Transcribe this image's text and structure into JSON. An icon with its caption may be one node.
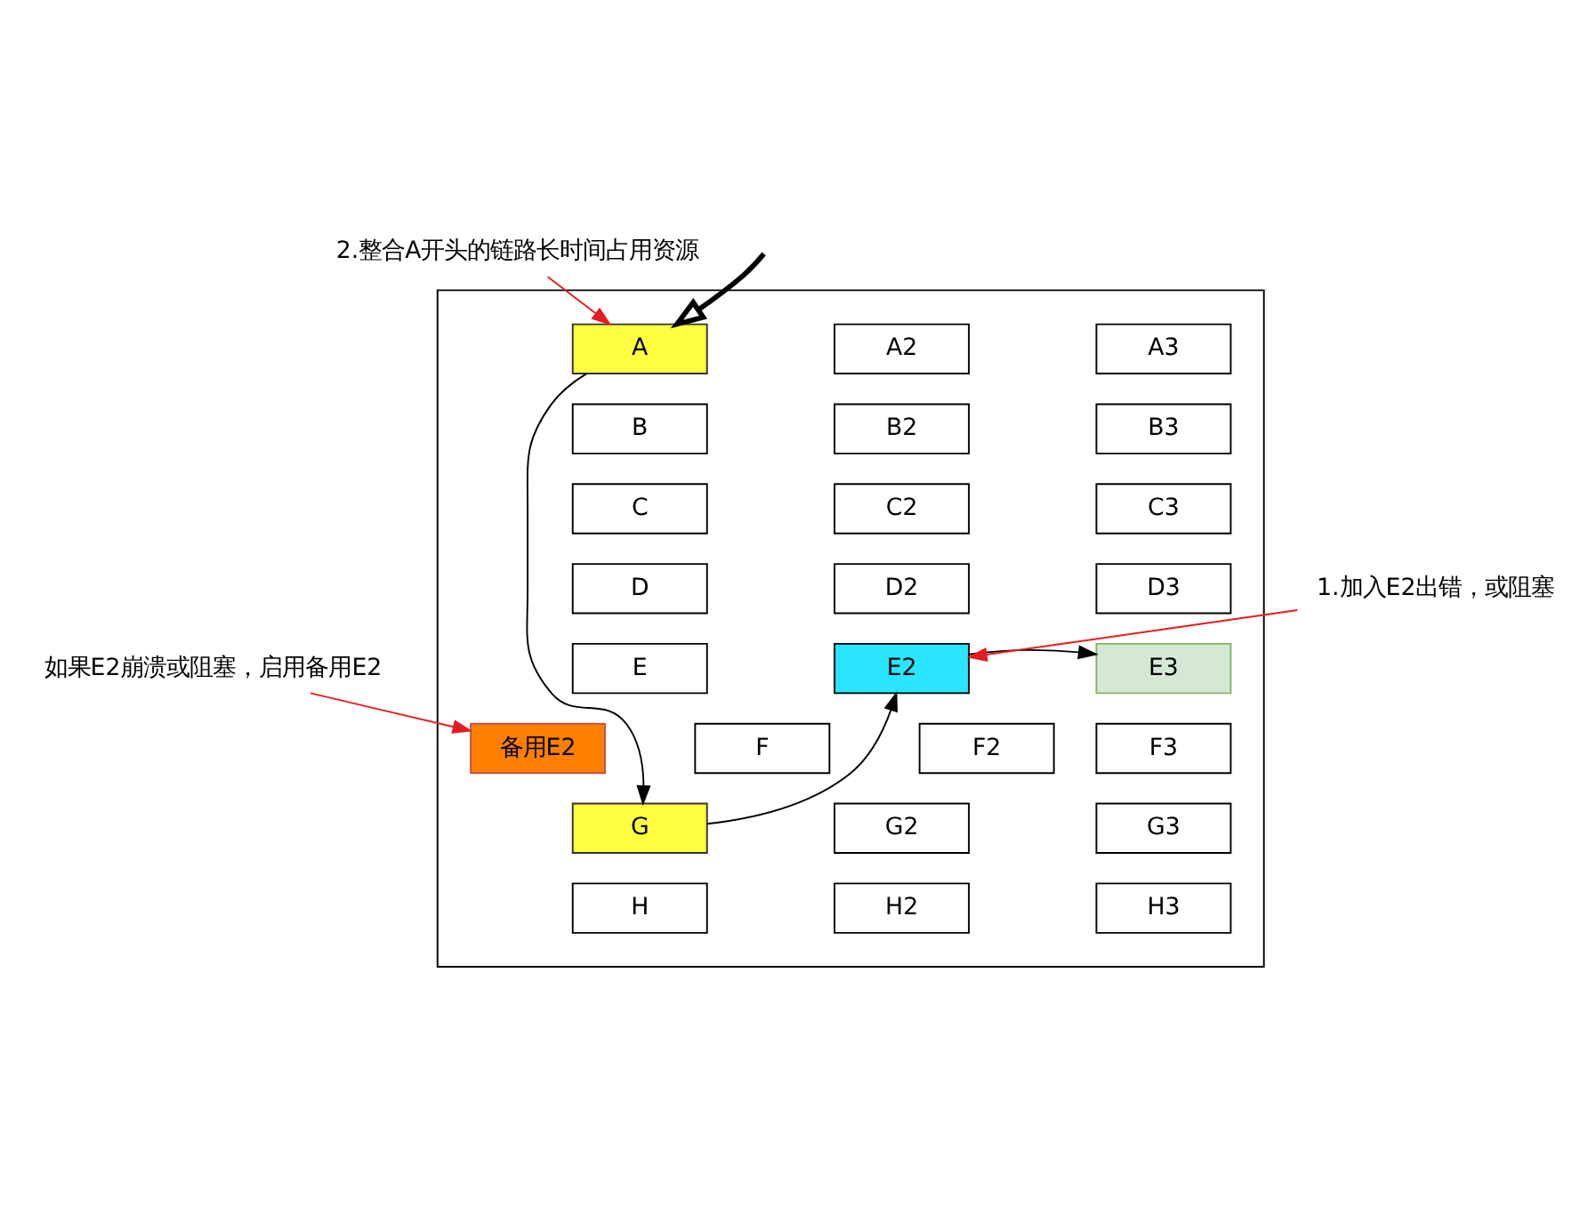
{
  "diagram": {
    "nodes": [
      {
        "text": [],
        "shape": "box"
      },
      {
        "text": [
          "A"
        ],
        "in": 0
      },
      {
        "text": [
          "B"
        ],
        "in": 0
      },
      {
        "text": [
          "C"
        ],
        "in": 0
      },
      {
        "text": [
          "D"
        ],
        "in": 0
      },
      {
        "text": [
          "E"
        ],
        "in": 0
      },
      {
        "text": [
          "F"
        ],
        "in": 0
      },
      {
        "text": [
          "G"
        ],
        "in": 0
      },
      {
        "text": [
          "H"
        ],
        "in": 0
      },
      {
        "text": [
          "A2"
        ],
        "in": 0
      },
      {
        "text": [
          "B2"
        ],
        "in": 0
      },
      {
        "text": [
          "C2"
        ],
        "in": 0
      },
      {
        "text": [
          "D2"
        ],
        "in": 0
      },
      {
        "text": [
          "E2"
        ],
        "in": 0
      },
      {
        "text": [
          "F2"
        ],
        "in": 0
      },
      {
        "text": [
          "G2"
        ],
        "in": 0
      },
      {
        "text": [
          "H2"
        ],
        "in": 0
      },
      {
        "text": [
          "A3"
        ],
        "in": 0
      },
      {
        "text": [
          "B3"
        ],
        "in": 0
      },
      {
        "text": [
          "C3"
        ],
        "in": 0
      },
      {
        "text": [
          "D3"
        ],
        "in": 0
      },
      {
        "text": [
          "E3"
        ],
        "in": 0
      },
      {
        "text": [
          "F3"
        ],
        "in": 0
      },
      {
        "text": [
          "G3"
        ],
        "in": 0
      },
      {
        "text": [
          "H3"
        ],
        "in": 0
      },
      {
        "text": [
          "备用E2"
        ],
        "in": 0
      },
      {
        "text": [
          "1.加入E2出错，或阻塞"
        ]
      },
      {
        "text": [
          "2.整合A开头的链路长时间占用资源"
        ]
      },
      {
        "text": [
          "如果E2崩溃或阻塞，启用备用E2"
        ]
      }
    ],
    "edges": [
      {
        "from": null,
        "to": 1,
        "arrow": "to",
        "style": "thick"
      },
      {
        "from": 27,
        "to": 1,
        "arrow": "to",
        "color": "#e51c23"
      },
      {
        "from": 26,
        "to": 13,
        "arrow": "to",
        "color": "#e51c23"
      },
      {
        "from": 28,
        "to": 25,
        "arrow": "to",
        "color": "#e51c23"
      },
      {
        "from": 1,
        "to": 7,
        "arrow": "to"
      },
      {
        "from": 7,
        "to": 13,
        "arrow": "to"
      },
      {
        "from": 13,
        "to": 21,
        "arrow": "to"
      }
    ]
  }
}
